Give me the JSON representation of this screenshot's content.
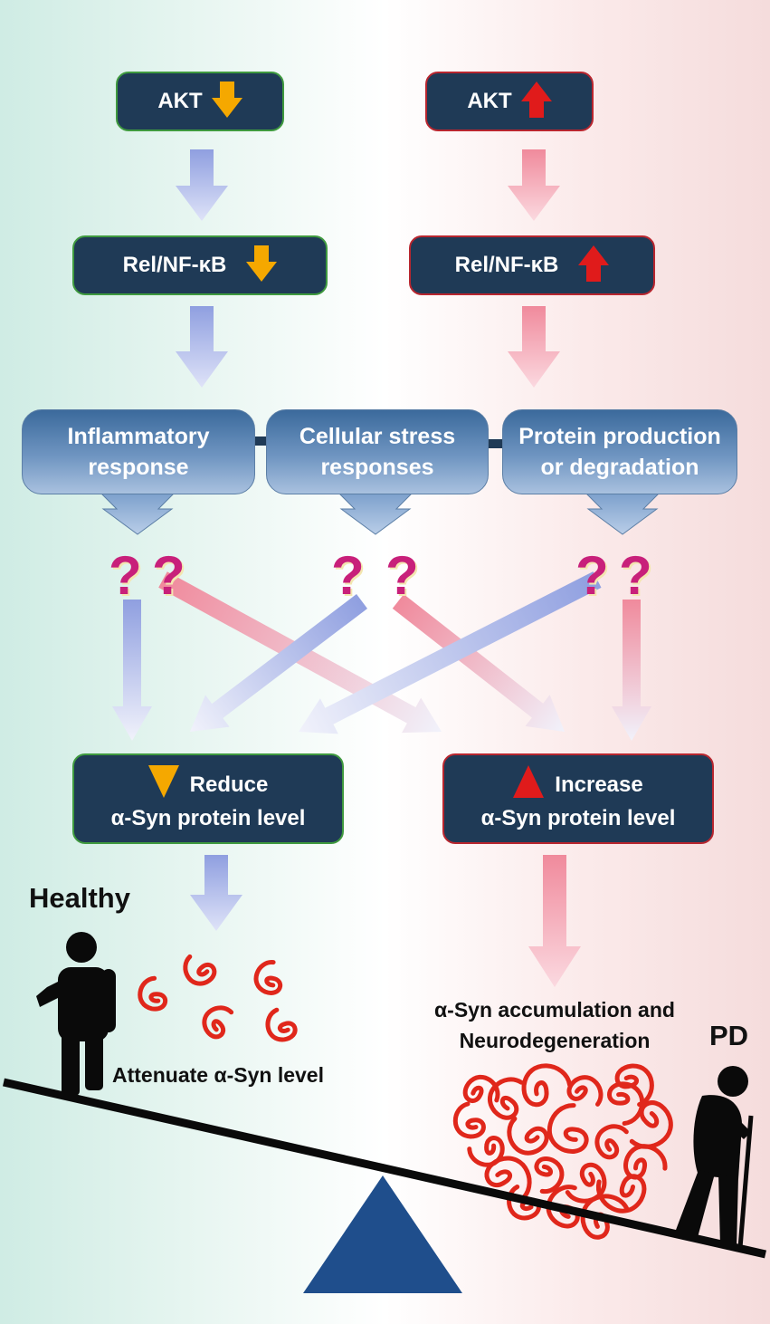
{
  "left_pathway": {
    "akt": {
      "label": "AKT",
      "arrow_color": "#f5a800",
      "direction": "down"
    },
    "nfkb": {
      "label": "Rel/NF-κB",
      "arrow_color": "#f5a800",
      "direction": "down"
    },
    "outcome": {
      "line1": "Reduce",
      "line2": "α-Syn protein level",
      "arrow_color": "#f5a800",
      "direction": "down"
    }
  },
  "right_pathway": {
    "akt": {
      "label": "AKT",
      "arrow_color": "#e01b1b",
      "direction": "up"
    },
    "nfkb": {
      "label": "Rel/NF-κB",
      "arrow_color": "#e01b1b",
      "direction": "up"
    },
    "outcome": {
      "line1": "Increase",
      "line2": "α-Syn protein level",
      "arrow_color": "#e01b1b",
      "direction": "up"
    }
  },
  "processes": [
    {
      "line1": "Inflammatory",
      "line2": "response"
    },
    {
      "line1": "Cellular stress",
      "line2": "responses"
    },
    {
      "line1": "Protein production",
      "line2": "or degradation"
    }
  ],
  "question_mark": "?",
  "states": {
    "healthy": {
      "label": "Healthy",
      "caption": "Attenuate α-Syn level"
    },
    "pd": {
      "label": "PD",
      "caption_line1": "α-Syn accumulation and",
      "caption_line2": "Neurodegeneration"
    }
  },
  "colors": {
    "node_fill": "#1f3a56",
    "healthy_border": "#3f9a3f",
    "pd_border": "#b8262f",
    "blue_arrow": "#a9b4e6",
    "pink_arrow": "#f4a6b4",
    "question_mark": "#c8207a",
    "protein": "#e0271b",
    "fulcrum": "#1f4e8c"
  }
}
